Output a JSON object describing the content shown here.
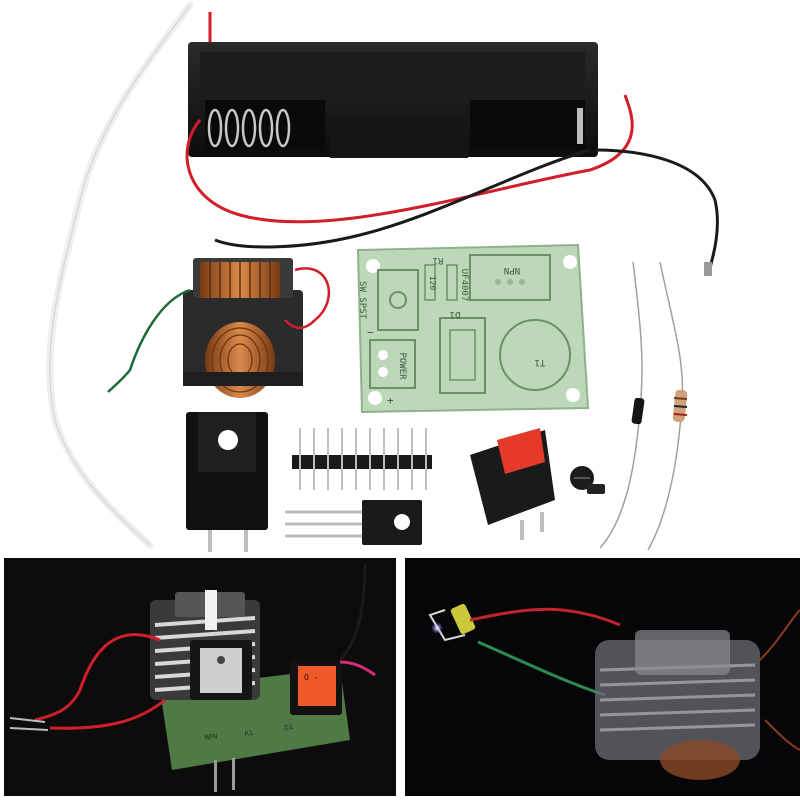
{
  "pcb": {
    "label_sw": "SW SPST",
    "label_r1": "R1",
    "label_diode": "UF4007",
    "label_npn": "NPN",
    "label_resistor_value": "120",
    "label_d1": "D1",
    "label_power": "POWER",
    "label_t1": "T1",
    "label_minus": "−",
    "label_plus": "+"
  },
  "inset_left": {
    "switch_marks": "O  -",
    "pcb_text_npn": "NPN",
    "pcb_text_r1": "R1",
    "pcb_text_d1": "D1"
  },
  "colors": {
    "pcb_green": "#bcd8b8",
    "wire_red": "#d01e2a",
    "wire_black": "#1a1a1a",
    "copper": "#b5652a",
    "switch_red": "#e53a2a",
    "background": "#ffffff",
    "inset_bg": "#0c0c0c"
  }
}
